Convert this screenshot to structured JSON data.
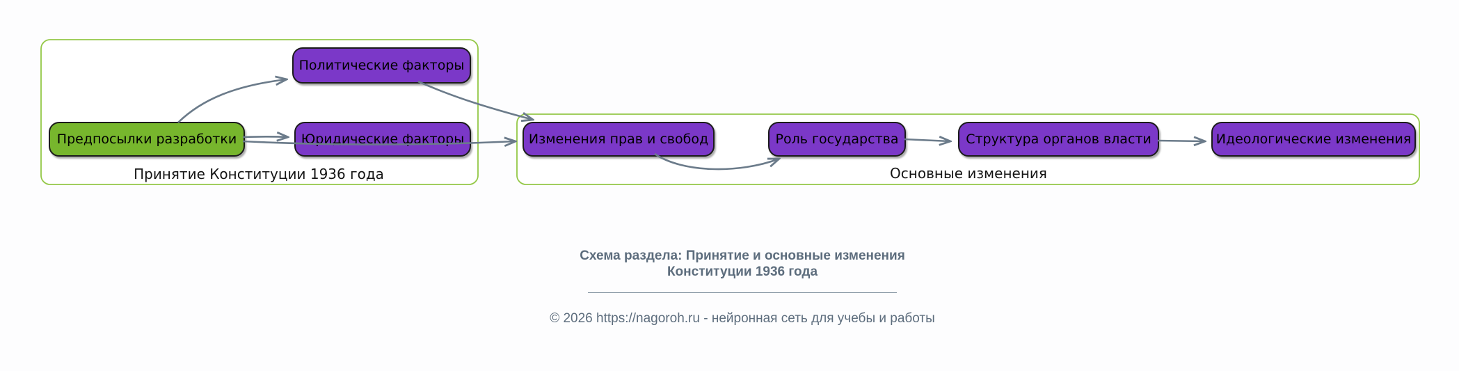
{
  "diagram": {
    "type": "flowchart",
    "clusters": [
      {
        "label": "Принятие Конституции 1936 года"
      },
      {
        "label": "Основные изменения"
      }
    ],
    "nodes": [
      {
        "label": "Предпосылки разработки",
        "color": "green"
      },
      {
        "label": "Политические факторы",
        "color": "purple"
      },
      {
        "label": "Юридические факторы",
        "color": "purple"
      },
      {
        "label": "Изменения прав и свобод",
        "color": "purple"
      },
      {
        "label": "Роль государства",
        "color": "purple"
      },
      {
        "label": "Структура органов власти",
        "color": "purple"
      },
      {
        "label": "Идеологические изменения",
        "color": "purple"
      }
    ],
    "edges": [
      {
        "from": "Предпосылки разработки",
        "to": "Политические факторы"
      },
      {
        "from": "Предпосылки разработки",
        "to": "Юридические факторы"
      },
      {
        "from": "Предпосылки разработки",
        "to": "Изменения прав и свобод"
      },
      {
        "from": "Политические факторы",
        "to": "Изменения прав и свобод"
      },
      {
        "from": "Изменения прав и свобод",
        "to": "Роль государства"
      },
      {
        "from": "Роль государства",
        "to": "Структура органов власти"
      },
      {
        "from": "Структура органов власти",
        "to": "Идеологические изменения"
      }
    ]
  },
  "footer": {
    "title_line1": "Схема раздела: Принятие и основные изменения",
    "title_line2": "Конституции 1936 года",
    "copyright": "© 2026 https://nagoroh.ru - нейронная сеть для учебы и работы"
  },
  "colors": {
    "background": "#fdfdfe",
    "node_green": "#77b62d",
    "node_purple": "#7b38c8",
    "node_border": "#1b1b1b",
    "cluster_border": "#94c847",
    "edge": "#6b7b8a",
    "footer_text": "#5d6d7d"
  }
}
